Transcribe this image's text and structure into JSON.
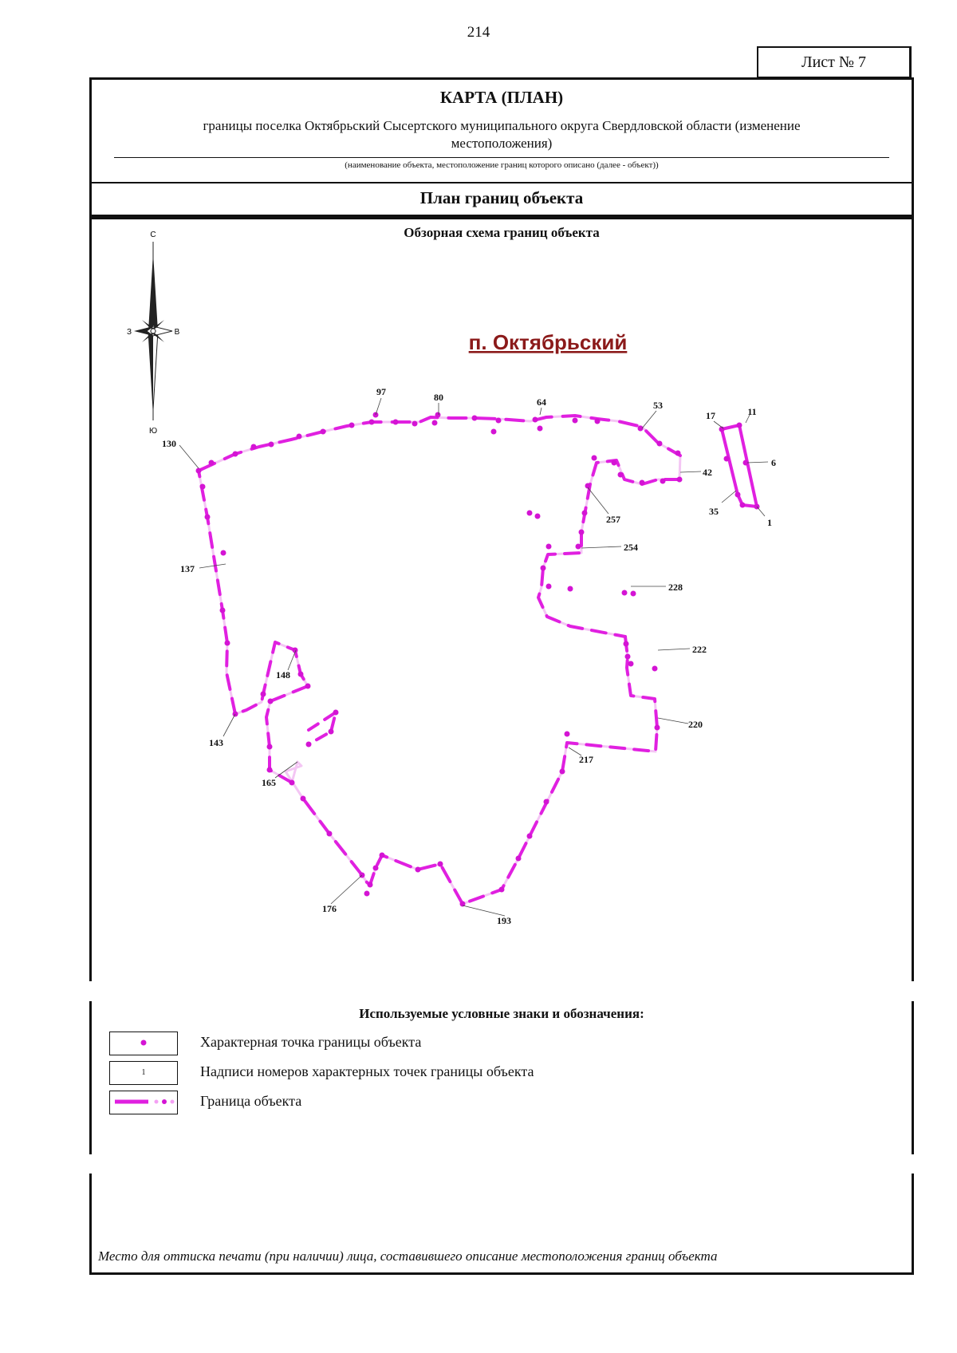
{
  "page_number": "214",
  "sheet_label": "Лист № 7",
  "header": {
    "title": "КАРТА (ПЛАН)",
    "object_name_line1": "границы поселка Октябрьский Сысертского муниципального округа Свердловской области (изменение",
    "object_name_line2": "местоположения)",
    "object_caption": "(наименование объекта, местоположение границ которого описано (далее - объект))",
    "plan_title": "План границ объекта"
  },
  "map": {
    "subtitle": "Обзорная схема границ объекта",
    "settlement_label": "п. Октябрьский",
    "compass": {
      "north": "С",
      "south": "Ю",
      "west": "З",
      "east": "В"
    },
    "boundary_color": "#e020e0",
    "settlement_label_color": "#8b1a1a",
    "point_labels": [
      "97",
      "80",
      "64",
      "53",
      "17",
      "11",
      "6",
      "130",
      "42",
      "35",
      "1",
      "257",
      "254",
      "137",
      "228",
      "222",
      "148",
      "143",
      "220",
      "217",
      "165",
      "193",
      "176"
    ]
  },
  "legend": {
    "title": "Используемые условные знаки и обозначения:",
    "items": [
      {
        "sample": "",
        "label": "Характерная точка границы объекта"
      },
      {
        "sample": "1",
        "label": "Надписи номеров характерных точек границы объекта"
      },
      {
        "sample": "",
        "label": "Граница объекта"
      }
    ]
  },
  "stamp_note": "Место для оттиска печати (при наличии) лица, составившего описание местоположения границ объекта"
}
